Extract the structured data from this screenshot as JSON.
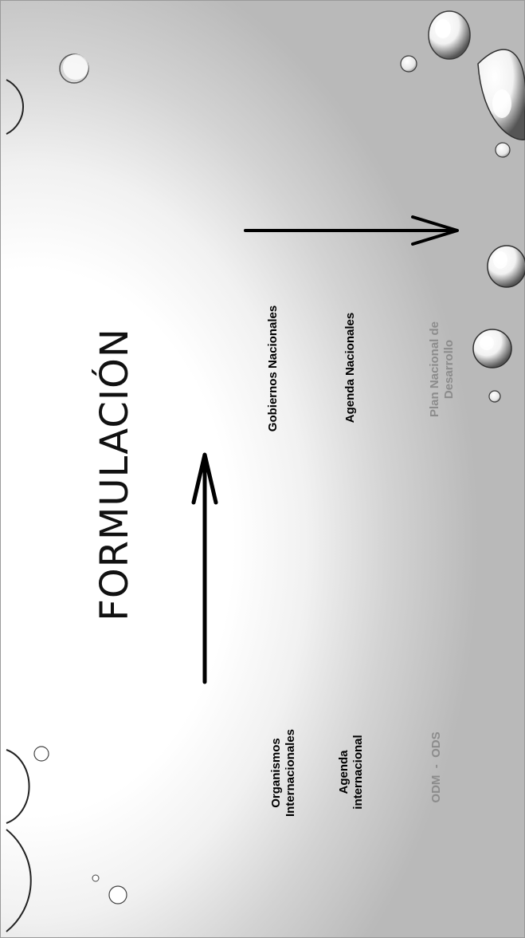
{
  "slide": {
    "title": "FORMULACIÓN",
    "left_column": {
      "organization": "Organismos Internacionales",
      "agenda": "Agenda internacional",
      "goals": "ODM  -  ODS"
    },
    "right_column": {
      "government": "Gobiernos Nacionales",
      "agenda": "Agenda Nacionales",
      "plan": "Plan Nacional de Desarrollo"
    },
    "colors": {
      "text": "#000000",
      "muted_text": "#8c8c8c"
    }
  }
}
